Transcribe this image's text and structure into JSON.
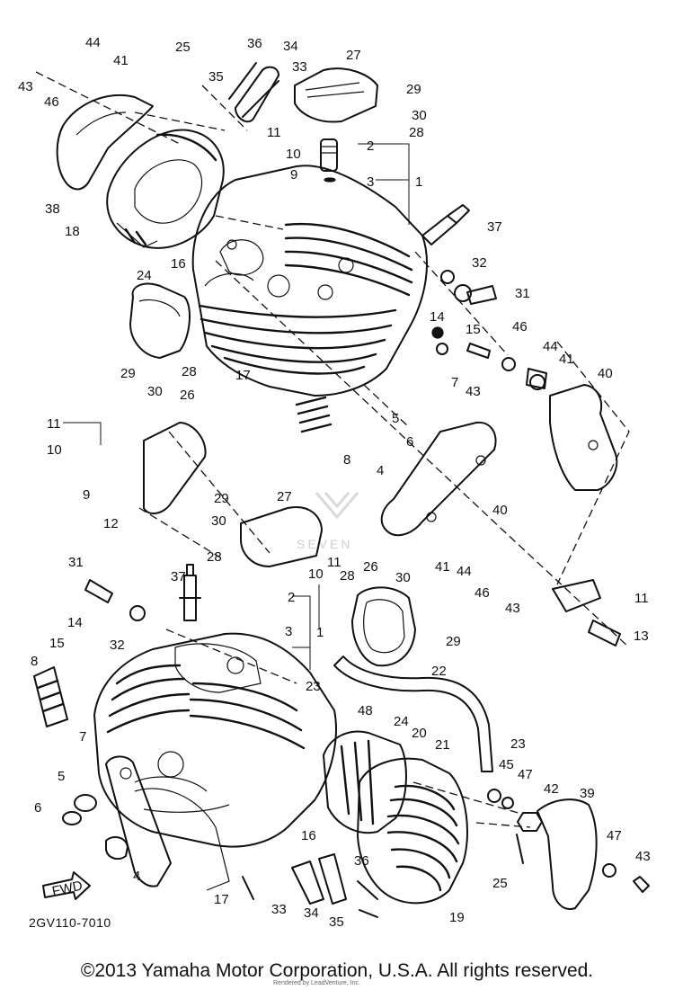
{
  "diagram": {
    "code": "2GV110-7010",
    "front_marker": "FWD",
    "watermark_text": "SEVEN",
    "callouts": [
      {
        "id": "c44a",
        "text": "44"
      },
      {
        "id": "c25a",
        "text": "25"
      },
      {
        "id": "c36a",
        "text": "36"
      },
      {
        "id": "c34a",
        "text": "34"
      },
      {
        "id": "c33a",
        "text": "33"
      },
      {
        "id": "c27a",
        "text": "27"
      },
      {
        "id": "c41a",
        "text": "41"
      },
      {
        "id": "c43a",
        "text": "43"
      },
      {
        "id": "c46a",
        "text": "46"
      },
      {
        "id": "c35a",
        "text": "35"
      },
      {
        "id": "c29a",
        "text": "29"
      },
      {
        "id": "c30a",
        "text": "30"
      },
      {
        "id": "c28a",
        "text": "28"
      },
      {
        "id": "c11a",
        "text": "11"
      },
      {
        "id": "c10a",
        "text": "10"
      },
      {
        "id": "c2a",
        "text": "2"
      },
      {
        "id": "c9a",
        "text": "9"
      },
      {
        "id": "c3a",
        "text": "3"
      },
      {
        "id": "c1a",
        "text": "1"
      },
      {
        "id": "c38a",
        "text": "38"
      },
      {
        "id": "c18a",
        "text": "18"
      },
      {
        "id": "c37a",
        "text": "37"
      },
      {
        "id": "c24a",
        "text": "24"
      },
      {
        "id": "c16a",
        "text": "16"
      },
      {
        "id": "c32a",
        "text": "32"
      },
      {
        "id": "c31a",
        "text": "31"
      },
      {
        "id": "c14a",
        "text": "14"
      },
      {
        "id": "c15a",
        "text": "15"
      },
      {
        "id": "c46b",
        "text": "46"
      },
      {
        "id": "c44b",
        "text": "44"
      },
      {
        "id": "c41b",
        "text": "41"
      },
      {
        "id": "c40a",
        "text": "40"
      },
      {
        "id": "c29b",
        "text": "29"
      },
      {
        "id": "c30b",
        "text": "30"
      },
      {
        "id": "c26a",
        "text": "26"
      },
      {
        "id": "c28b",
        "text": "28"
      },
      {
        "id": "c17a",
        "text": "17"
      },
      {
        "id": "c7a",
        "text": "7"
      },
      {
        "id": "c43b",
        "text": "43"
      },
      {
        "id": "c5a",
        "text": "5"
      },
      {
        "id": "c6a",
        "text": "6"
      },
      {
        "id": "c11b",
        "text": "11"
      },
      {
        "id": "c10b",
        "text": "10"
      },
      {
        "id": "c8a",
        "text": "8"
      },
      {
        "id": "c4a",
        "text": "4"
      },
      {
        "id": "c9b",
        "text": "9"
      },
      {
        "id": "c12a",
        "text": "12"
      },
      {
        "id": "c27b",
        "text": "27"
      },
      {
        "id": "c29c",
        "text": "29"
      },
      {
        "id": "c30c",
        "text": "30"
      },
      {
        "id": "c40b",
        "text": "40"
      },
      {
        "id": "c28c",
        "text": "28"
      },
      {
        "id": "c41c",
        "text": "41"
      },
      {
        "id": "c44c",
        "text": "44"
      },
      {
        "id": "c46c",
        "text": "46"
      },
      {
        "id": "c43c",
        "text": "43"
      },
      {
        "id": "c31b",
        "text": "31"
      },
      {
        "id": "c37b",
        "text": "37"
      },
      {
        "id": "c2b",
        "text": "2"
      },
      {
        "id": "c10c",
        "text": "10"
      },
      {
        "id": "c11c",
        "text": "11"
      },
      {
        "id": "c28d",
        "text": "28"
      },
      {
        "id": "c26b",
        "text": "26"
      },
      {
        "id": "c30d",
        "text": "30"
      },
      {
        "id": "c11d",
        "text": "11"
      },
      {
        "id": "c3b",
        "text": "3"
      },
      {
        "id": "c1b",
        "text": "1"
      },
      {
        "id": "c29d",
        "text": "29"
      },
      {
        "id": "c13a",
        "text": "13"
      },
      {
        "id": "c14b",
        "text": "14"
      },
      {
        "id": "c32b",
        "text": "32"
      },
      {
        "id": "c15b",
        "text": "15"
      },
      {
        "id": "c8b",
        "text": "8"
      },
      {
        "id": "c23a",
        "text": "23"
      },
      {
        "id": "c22a",
        "text": "22"
      },
      {
        "id": "c48a",
        "text": "48"
      },
      {
        "id": "c24b",
        "text": "24"
      },
      {
        "id": "c20a",
        "text": "20"
      },
      {
        "id": "c21a",
        "text": "21"
      },
      {
        "id": "c23b",
        "text": "23"
      },
      {
        "id": "c7b",
        "text": "7"
      },
      {
        "id": "c45a",
        "text": "45"
      },
      {
        "id": "c47a",
        "text": "47"
      },
      {
        "id": "c42a",
        "text": "42"
      },
      {
        "id": "c39a",
        "text": "39"
      },
      {
        "id": "c5b",
        "text": "5"
      },
      {
        "id": "c6b",
        "text": "6"
      },
      {
        "id": "c16b",
        "text": "16"
      },
      {
        "id": "c47b",
        "text": "47"
      },
      {
        "id": "c43d",
        "text": "43"
      },
      {
        "id": "c4b",
        "text": "4"
      },
      {
        "id": "c25b",
        "text": "25"
      },
      {
        "id": "c36b",
        "text": "36"
      },
      {
        "id": "c17b",
        "text": "17"
      },
      {
        "id": "c33b",
        "text": "33"
      },
      {
        "id": "c34b",
        "text": "34"
      },
      {
        "id": "c35b",
        "text": "35"
      },
      {
        "id": "c19a",
        "text": "19"
      }
    ]
  },
  "footer": {
    "copyright": "©2013 Yamaha Motor Corporation, U.S.A. All rights reserved.",
    "rendered_by": "Rendered by LeadVenture, Inc."
  }
}
